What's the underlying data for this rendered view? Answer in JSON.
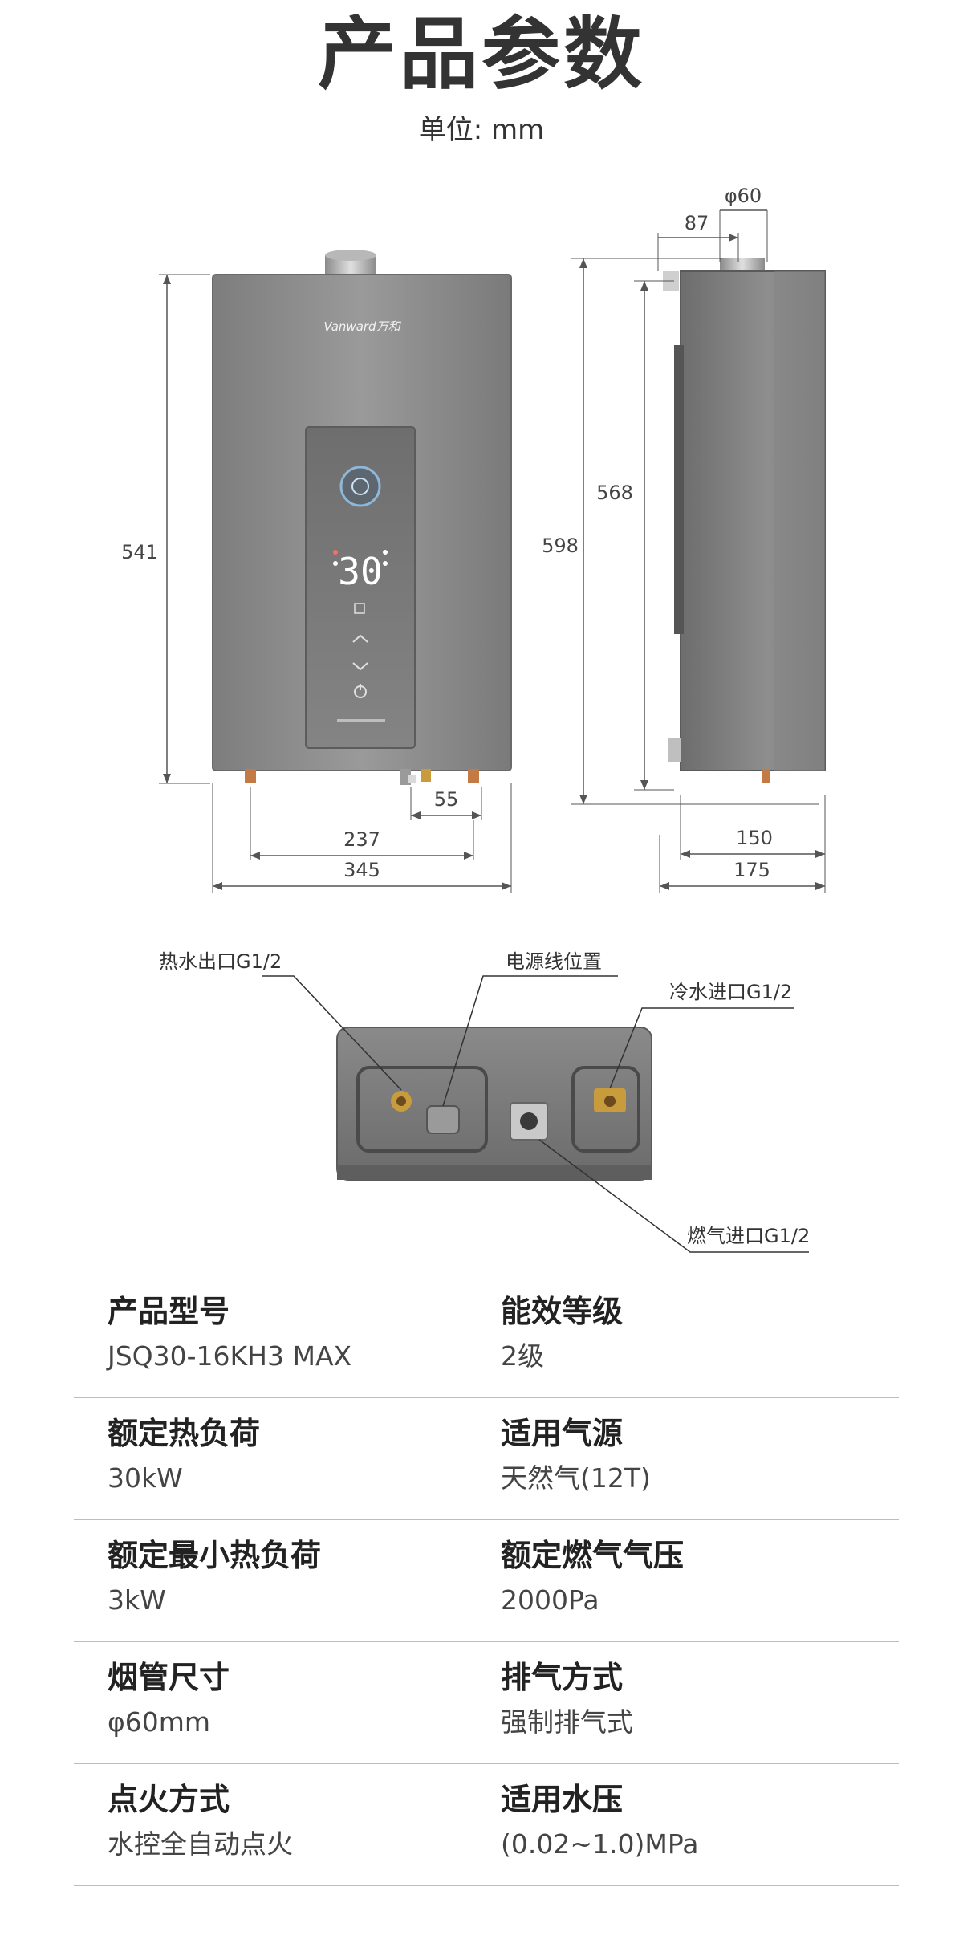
{
  "page": {
    "title": "产品参数",
    "unit_label": "单位: mm"
  },
  "front_view": {
    "brand_logo": "Vanward万和",
    "display_reading": "30",
    "dim_height": "541",
    "dim_inlet_spacing": "237",
    "dim_width": "345",
    "dim_gas_offset": "55"
  },
  "side_view": {
    "dim_flue_diameter": "φ60",
    "dim_flue_offset": "87",
    "dim_total_height": "598",
    "dim_body_height": "568",
    "dim_depth_inner": "150",
    "dim_depth_outer": "175"
  },
  "bottom_view": {
    "hot_water_outlet": "热水出口G1/2",
    "power_cord_position": "电源线位置",
    "cold_water_inlet": "冷水进口G1/2",
    "gas_inlet": "燃气进口G1/2"
  },
  "specs": [
    {
      "left": {
        "label": "产品型号",
        "value": "JSQ30-16KH3 MAX"
      },
      "right": {
        "label": "能效等级",
        "value": "2级"
      }
    },
    {
      "left": {
        "label": "额定热负荷",
        "value": "30kW"
      },
      "right": {
        "label": "适用气源",
        "value": "天然气(12T)"
      }
    },
    {
      "left": {
        "label": "额定最小热负荷",
        "value": "3kW"
      },
      "right": {
        "label": "额定燃气气压",
        "value": "2000Pa"
      }
    },
    {
      "left": {
        "label": "烟管尺寸",
        "value": "φ60mm"
      },
      "right": {
        "label": "排气方式",
        "value": "强制排气式"
      }
    },
    {
      "left": {
        "label": "点火方式",
        "value": "水控全自动点火"
      },
      "right": {
        "label": "适用水压",
        "value": "(0.02~1.0)MPa"
      }
    }
  ],
  "colors": {
    "body_gray": "#8d8d8d",
    "panel_dark": "#6f6f6f",
    "brass": "#c89b3c",
    "copper": "#c47a45"
  }
}
